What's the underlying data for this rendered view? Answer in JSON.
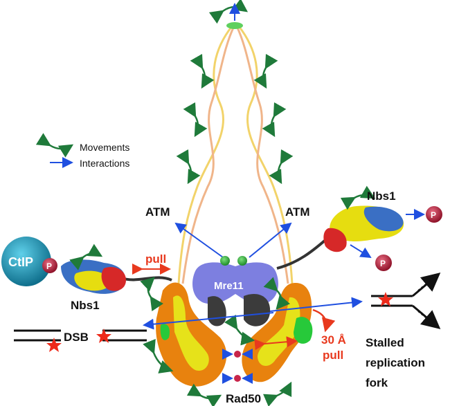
{
  "legend": {
    "movements": "Movements",
    "interactions": "Interactions"
  },
  "labels": {
    "atm_left": "ATM",
    "atm_right": "ATM",
    "nbs1_left": "Nbs1",
    "nbs1_right": "Nbs1",
    "ctip": "CtIP",
    "phospho": "P",
    "mre11": "Mre11",
    "rad50": "Rad50",
    "dsb": "DSB",
    "pull_left": "pull",
    "pull_right_1": "30 Å",
    "pull_right_2": "pull",
    "fork_1": "Stalled",
    "fork_2": "replication",
    "fork_3": "fork"
  },
  "colors": {
    "movement_arrow": "#1f7a3a",
    "interaction_arrow": "#1f4fe0",
    "pull_arrow": "#e8391e",
    "mre11": "#7d7fe0",
    "mre11_dark": "#3b3b3b",
    "rad50_orange": "#e8820e",
    "rad50_yellow": "#e6e21a",
    "rad50_green": "#27c93a",
    "nbs1_blue": "#3a6fc4",
    "nbs1_yellow": "#e6dd10",
    "nbs1_red": "#d62828",
    "ctip": "#1b8fb0",
    "phospho": "#b5253c",
    "star": "#ee2a1a"
  }
}
